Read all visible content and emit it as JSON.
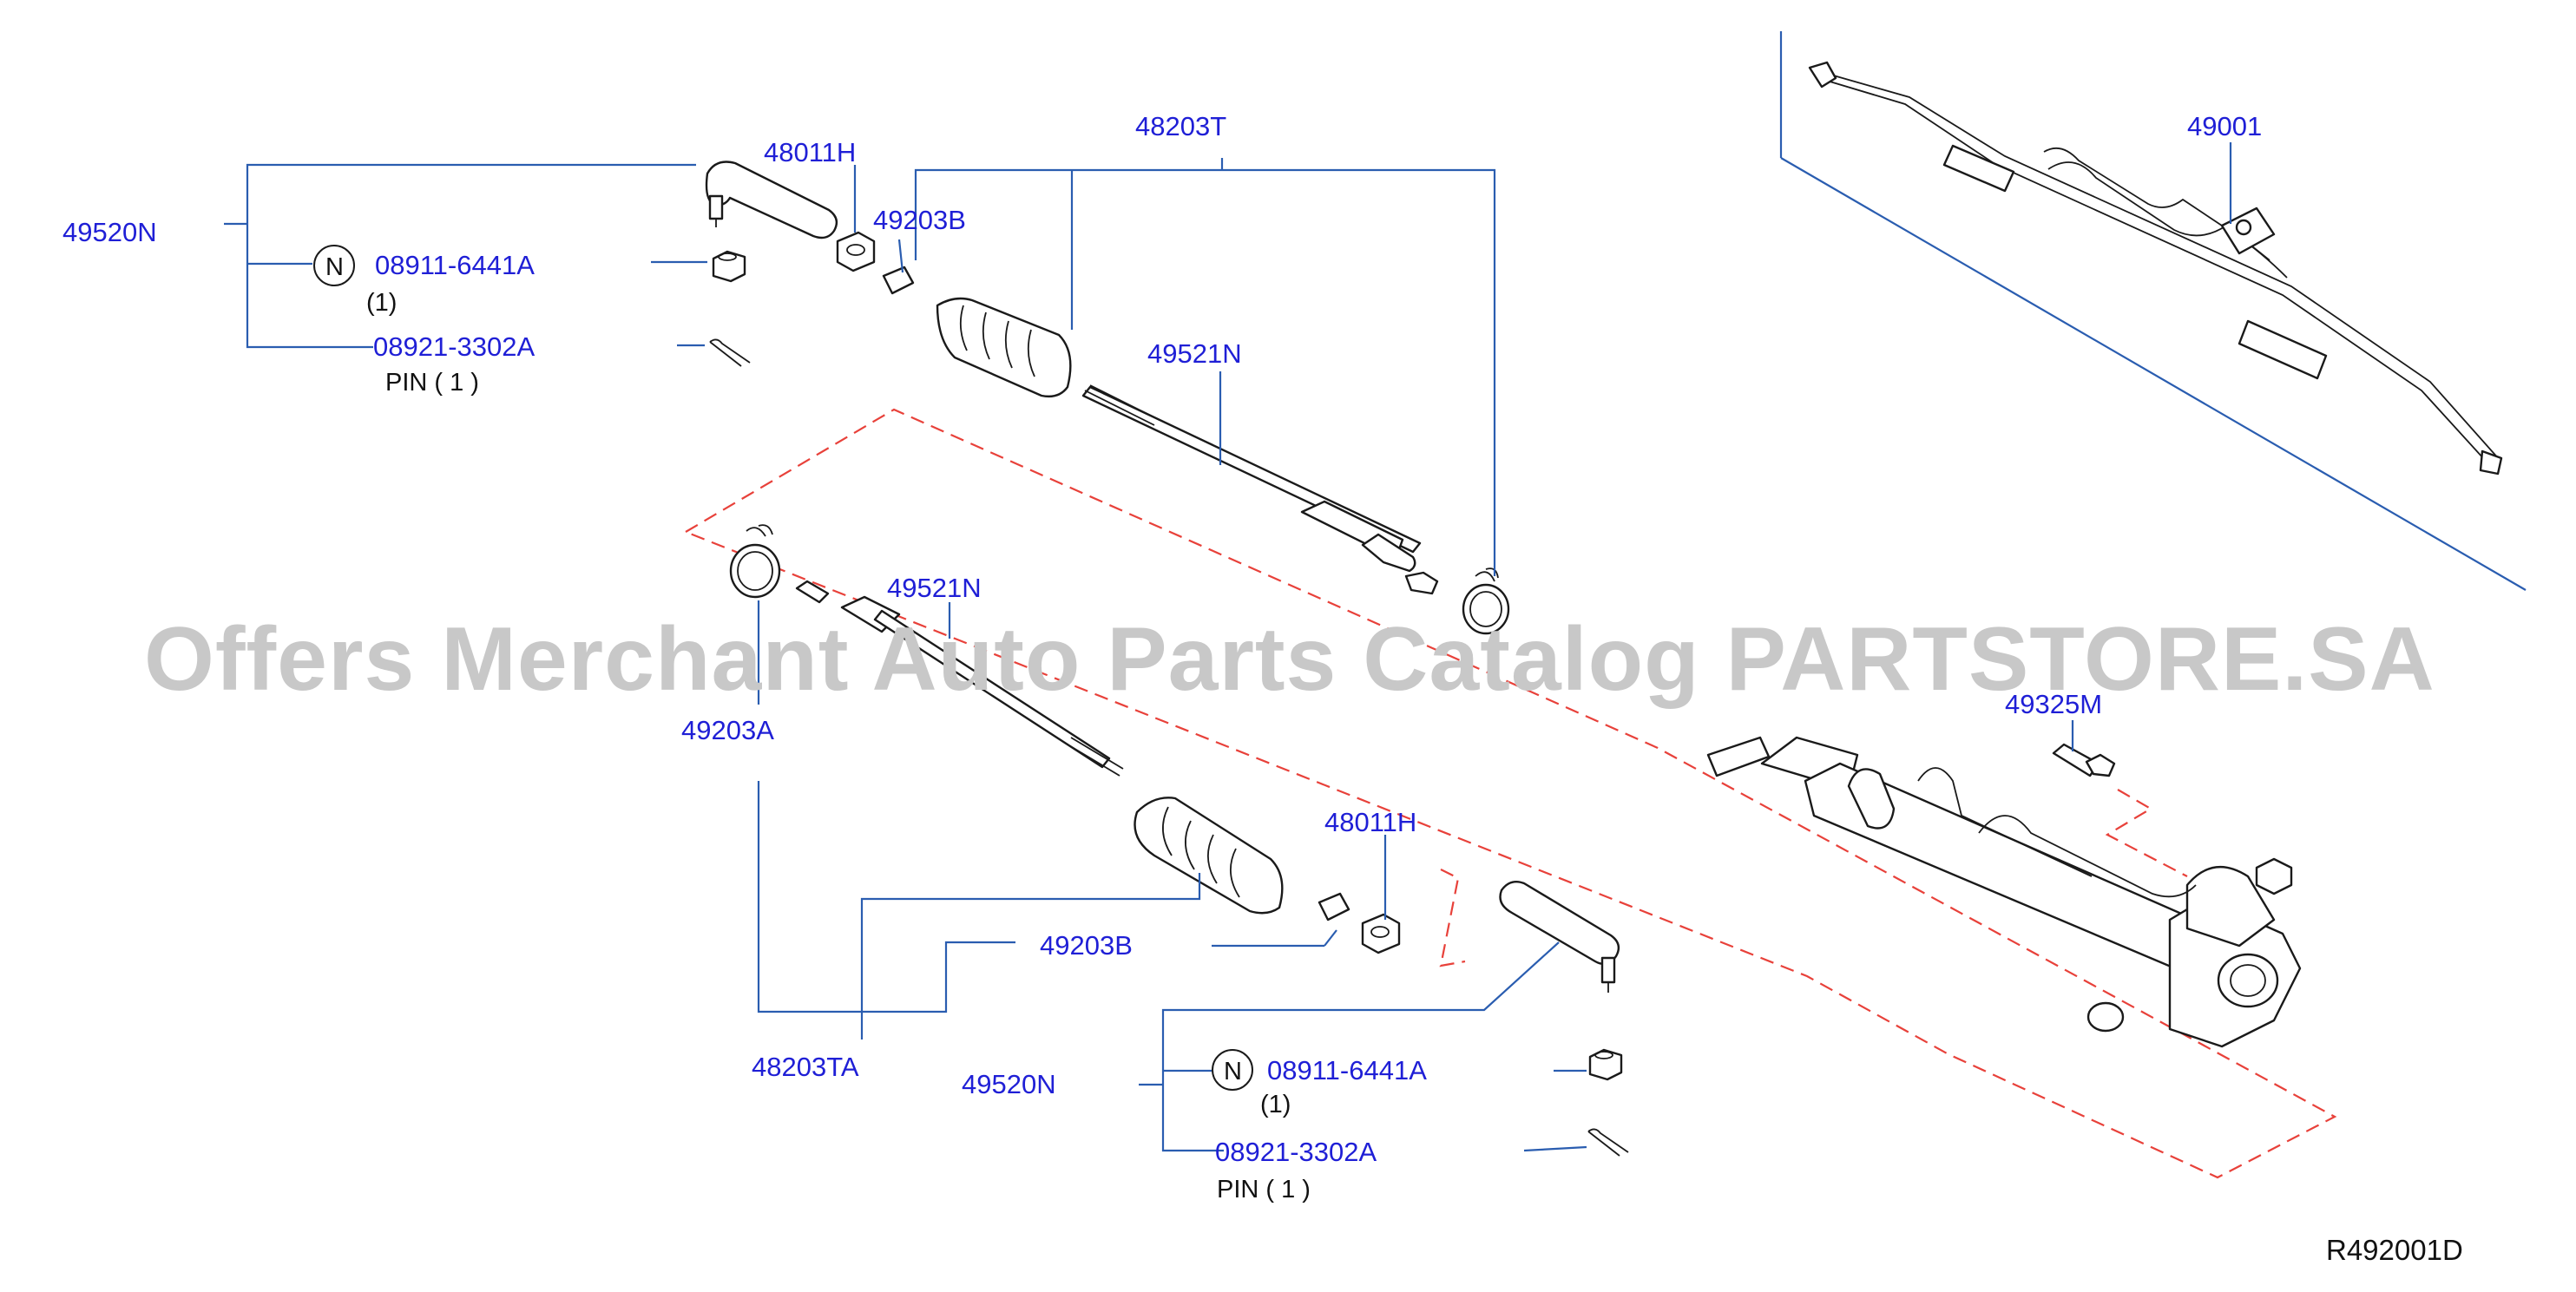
{
  "diagram": {
    "watermark": "Offers Merchant Auto Parts Catalog PARTSTORE.SA",
    "drawing_code": "R492001D",
    "labels": {
      "p49520N_top": "49520N",
      "p48011H_top": "48011H",
      "p48203T": "48203T",
      "p49203B_top": "49203B",
      "p08911_top": "08911-6441A",
      "qty_08911_top": "(1)",
      "p08921_top": "08921-3302A",
      "pin_top": "PIN  ( 1 )",
      "p49521N_top": "49521N",
      "p49001": "49001",
      "p49521N_mid": "49521N",
      "p49203A": "49203A",
      "p49325M": "49325M",
      "p48011H_bot": "48011H",
      "p49203B_bot": "49203B",
      "p48203TA": "48203TA",
      "p49520N_bot": "49520N",
      "p08911_bot": "08911-6441A",
      "qty_08911_bot": "(1)",
      "p08921_bot": "08921-3302A",
      "pin_bot": "PIN  ( 1 )",
      "n_marker_top": "N",
      "n_marker_bot": "N"
    },
    "colors": {
      "label": "#1f1fd6",
      "leader": "#2a5db0",
      "dashed_outline": "#e8413a",
      "watermark": "#c8c8c8"
    }
  }
}
